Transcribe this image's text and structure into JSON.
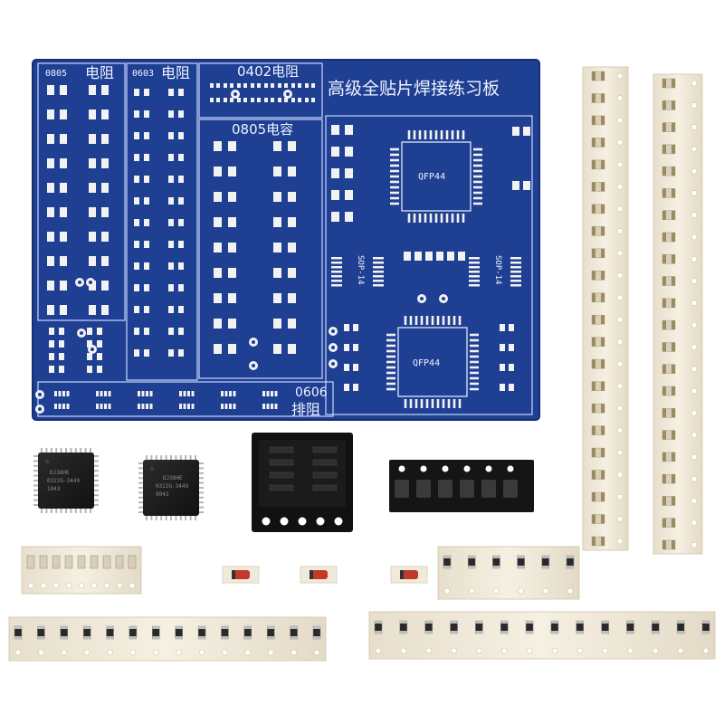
{
  "board": {
    "title": "高级全贴片焊接练习板",
    "labels": {
      "r0805_size": "0805",
      "r0805_name": "电阻",
      "r0603_size": "0603",
      "r0603_name": "电阻",
      "r0402": "0402电阻",
      "c0805": "0805电容",
      "qfp_top": "QFP44",
      "qfp_bottom": "QFP44",
      "sop_left": "SOP-14",
      "sop_right": "SOP-14",
      "array_size": "0606",
      "array_name": "排阻"
    }
  },
  "loose_chips": {
    "chip_a": [
      "DJ38HE",
      "0322G-3449",
      "1043"
    ],
    "chip_b": [
      "DJ38HE",
      "0322G-3449",
      "9043"
    ]
  },
  "colors": {
    "pcb_blue": "#1f3f93",
    "silk_white": "#eef3ff",
    "pad_white": "#f2f2f2",
    "tape_cream": "#f1eadb",
    "resistor_dark": "#2a2a2a",
    "diode_red": "#c0392b"
  }
}
